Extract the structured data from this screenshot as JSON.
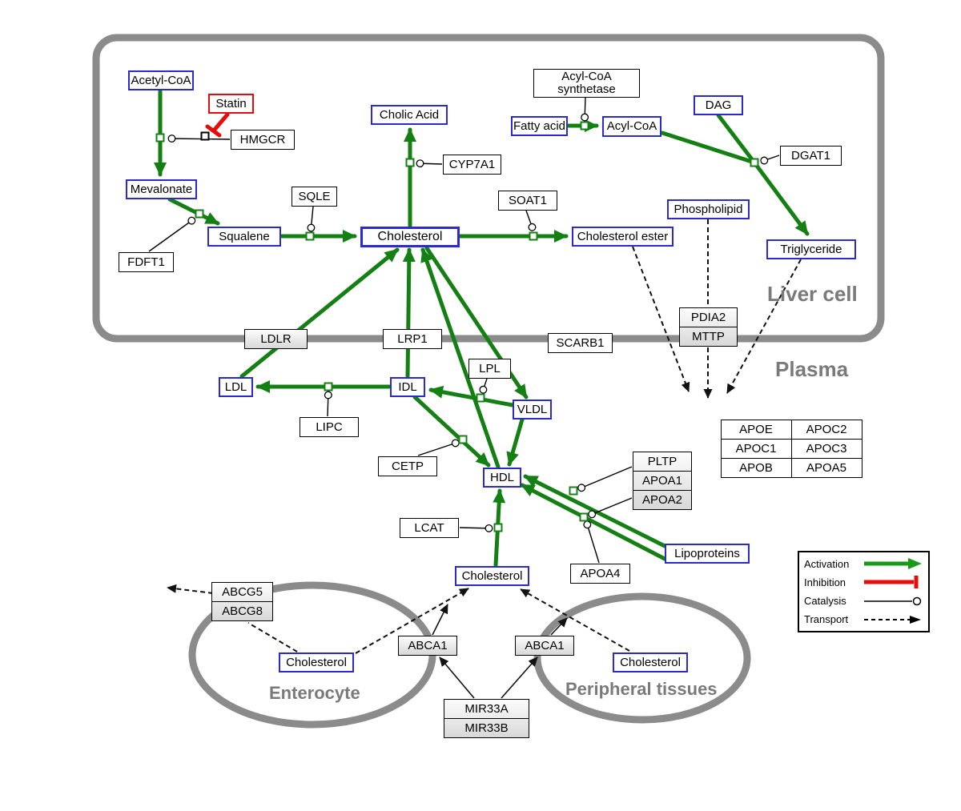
{
  "compartments": {
    "liver": "Liver cell",
    "plasma": "Plasma",
    "enterocyte": "Enterocyte",
    "peripheral": "Peripheral tissues"
  },
  "metabolites": {
    "acetyl_coa": "Acetyl-CoA",
    "mevalonate": "Mevalonate",
    "squalene": "Squalene",
    "cholic_acid": "Cholic Acid",
    "cholesterol_liver": "Cholesterol",
    "fatty_acid": "Fatty acid",
    "acyl_coa": "Acyl-CoA",
    "dag": "DAG",
    "phospholipid": "Phospholipid",
    "cholesterol_ester": "Cholesterol ester",
    "triglyceride": "Triglyceride",
    "ldl": "LDL",
    "idl": "IDL",
    "vldl": "VLDL",
    "hdl": "HDL",
    "cholesterol_plasma": "Cholesterol",
    "cholesterol_enterocyte": "Cholesterol",
    "cholesterol_peripheral": "Cholesterol",
    "lipoproteins": "Lipoproteins"
  },
  "enzymes": {
    "statin": "Statin",
    "hmgcr": "HMGCR",
    "sqle": "SQLE",
    "fdft1": "FDFT1",
    "cyp7a1": "CYP7A1",
    "soat1": "SOAT1",
    "acyl_coa_synthetase": "Acyl-CoA synthetase",
    "dgat1": "DGAT1",
    "pdia2": "PDIA2",
    "mttp": "MTTP",
    "ldlr": "LDLR",
    "lrp1": "LRP1",
    "scarb1": "SCARB1",
    "lpl": "LPL",
    "lipc": "LIPC",
    "cetp": "CETP",
    "lcat": "LCAT",
    "pltp": "PLTP",
    "apoa1": "APOA1",
    "apoa2": "APOA2",
    "apoa4": "APOA4",
    "abcg5": "ABCG5",
    "abcg8": "ABCG8",
    "abca1_left": "ABCA1",
    "abca1_right": "ABCA1",
    "mir33a": "MIR33A",
    "mir33b": "MIR33B"
  },
  "apo_table": {
    "rows": [
      [
        "APOE",
        "APOC2"
      ],
      [
        "APOC1",
        "APOC3"
      ],
      [
        "APOB",
        "APOA5"
      ]
    ]
  },
  "legend": {
    "activation": "Activation",
    "inhibition": "Inhibition",
    "catalysis": "Catalysis",
    "transport": "Transport"
  },
  "colors": {
    "activation_green": "#148014",
    "inhibition_red": "#e60c0c",
    "membrane_gray": "#8b8b8b",
    "metabolite_border_blue": "#2a2ad0"
  }
}
